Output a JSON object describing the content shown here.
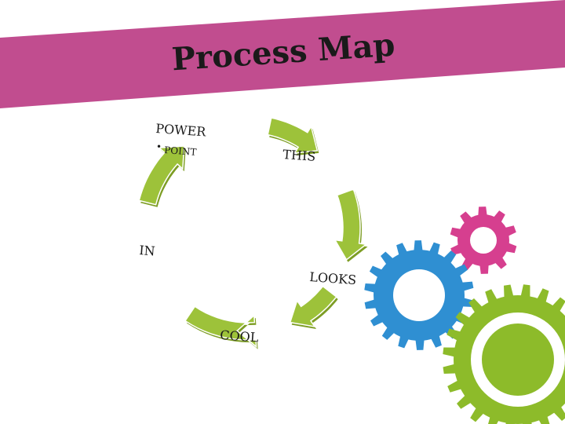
{
  "slide": {
    "title": "Process Map",
    "colors": {
      "banner": "#c14d8f",
      "arrow": "#9dc23a",
      "arrow_dark": "#7d9d24",
      "gear_pink": "#d63f8f",
      "gear_blue": "#2f8fd2",
      "gear_green": "#8dbb2a"
    }
  },
  "cycle": {
    "nodes": [
      {
        "label": "POWER",
        "bullet": "POINT"
      },
      {
        "label": "THIS"
      },
      {
        "label": "LOOKS"
      },
      {
        "label": "COOL"
      },
      {
        "label": "IN"
      }
    ]
  },
  "decor": {
    "gears": [
      "gear-pink-icon",
      "gear-blue-icon",
      "gear-green-icon"
    ]
  }
}
